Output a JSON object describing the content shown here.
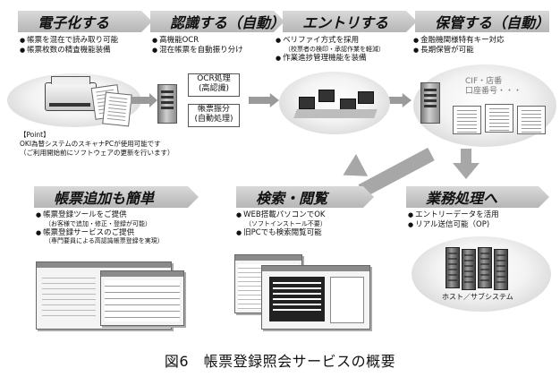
{
  "stages": [
    {
      "title": "電子化する",
      "bullets": [
        {
          "text": "帳票を混在で読み取り可能"
        },
        {
          "text": "帳票枚数の精査機能装備"
        }
      ]
    },
    {
      "title": "認識する（自動）",
      "bullets": [
        {
          "text": "高機能OCR"
        },
        {
          "text": "混在帳票を自動振り分け"
        }
      ]
    },
    {
      "title": "エントリする",
      "bullets": [
        {
          "text": "ベリファイ方式を採用",
          "note": "（校票者の検印・承認作業を軽減）"
        },
        {
          "text": "作業進捗管理機能を装備"
        }
      ]
    },
    {
      "title": "保管する（自動）",
      "bullets": [
        {
          "text": "金融機関様特有キー対応"
        },
        {
          "text": "長期保管が可能"
        }
      ]
    },
    {
      "title": "帳票追加も簡単",
      "bullets": [
        {
          "text": "帳票登録ツールをご提供",
          "note": "（お客様で追加・修正・登録が可能）"
        },
        {
          "text": "帳票登録サービスのご提供",
          "note": "（専門要員による高認識帳票登録を実現）"
        }
      ]
    },
    {
      "title": "検索・閲覧",
      "bullets": [
        {
          "text": "WEB搭載パソコンでOK",
          "note": "（ソフトインストール不要）"
        },
        {
          "text": "旧PCでも検索閲覧可能"
        }
      ]
    },
    {
      "title": "業務処理へ",
      "bullets": [
        {
          "text": "エントリーデータを活用"
        },
        {
          "text": "リアル送信可能（OP)"
        }
      ]
    }
  ],
  "ocr_box": {
    "line1": "OCR処理",
    "line2": "(高認識)"
  },
  "sort_box": {
    "line1": "帳票振分",
    "line2": "(自動処理)"
  },
  "storage_keys": {
    "line1": "CIF・店番",
    "line2": "口座番号・・・"
  },
  "point": {
    "label": "【Point】",
    "line1": "OKI為替システムのスキャナPCが使用可能です",
    "line2": "（ご利用開始前にソフトウェアの更新を行います）"
  },
  "host_label": "ホスト／サブシステム",
  "caption": "図6　帳票登録照会サービスの概要"
}
